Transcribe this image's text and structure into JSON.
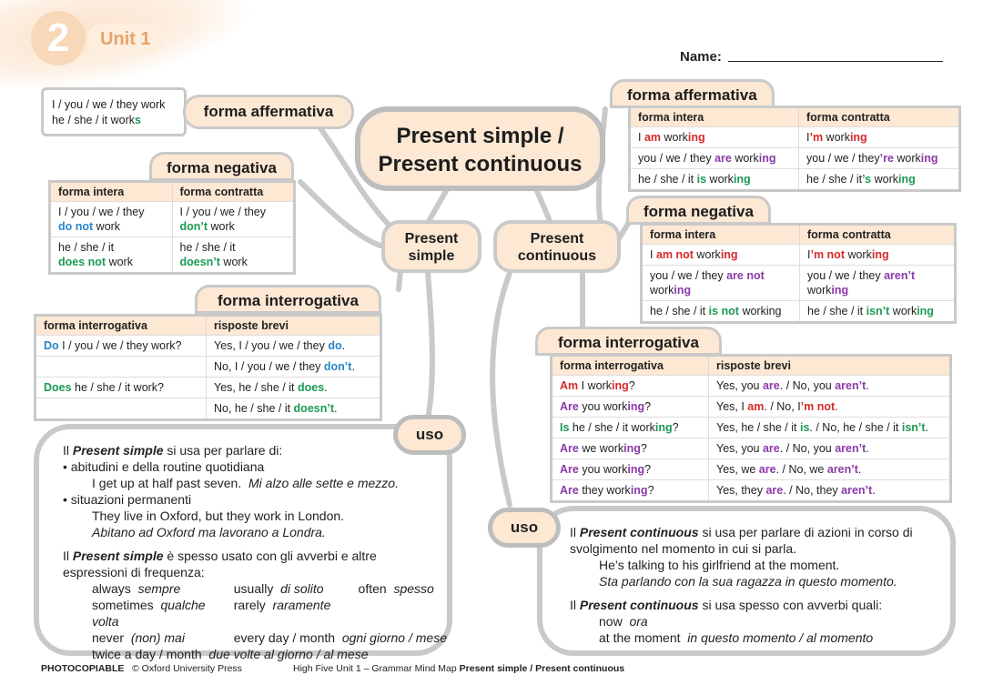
{
  "header": {
    "unit_number": "2",
    "unit_label": "Unit 1",
    "name_label": "Name:"
  },
  "center": {
    "line1": "Present simple /",
    "line2": "Present continuous"
  },
  "nodes": {
    "simple_1": "Present",
    "simple_2": "simple",
    "continuous_1": "Present",
    "continuous_2": "continuous"
  },
  "simple": {
    "aff_title": "forma affermativa",
    "aff_line1": "I / you / we / they work",
    "aff_line2a": "he / she / it work",
    "aff_line2b": "s",
    "neg_title": "forma negativa",
    "neg_headers": [
      "forma intera",
      "forma contratta"
    ],
    "int_title": "forma interrogativa",
    "int_headers": [
      "forma interrogativa",
      "risposte brevi"
    ],
    "uso_label": "uso"
  },
  "continuous": {
    "aff_title": "forma affermativa",
    "aff_headers": [
      "forma intera",
      "forma contratta"
    ],
    "neg_title": "forma negativa",
    "neg_headers": [
      "forma intera",
      "forma contratta"
    ],
    "int_title": "forma interrogativa",
    "int_headers": [
      "forma interrogativa",
      "risposte brevi"
    ],
    "uso_label": "uso"
  },
  "footer": {
    "photocopiable": "PHOTOCOPIABLE",
    "copyright": "© Oxford University Press",
    "series": "High Five  Unit 1 – Grammar Mind Map",
    "topic": "Present simple / Present continuous"
  },
  "colors": {
    "peach": "#fde8d4",
    "border": "#c9c9c9",
    "red": "#d62828",
    "purple": "#8a3aa8",
    "green": "#1b9a55",
    "blue": "#2a86c9"
  }
}
